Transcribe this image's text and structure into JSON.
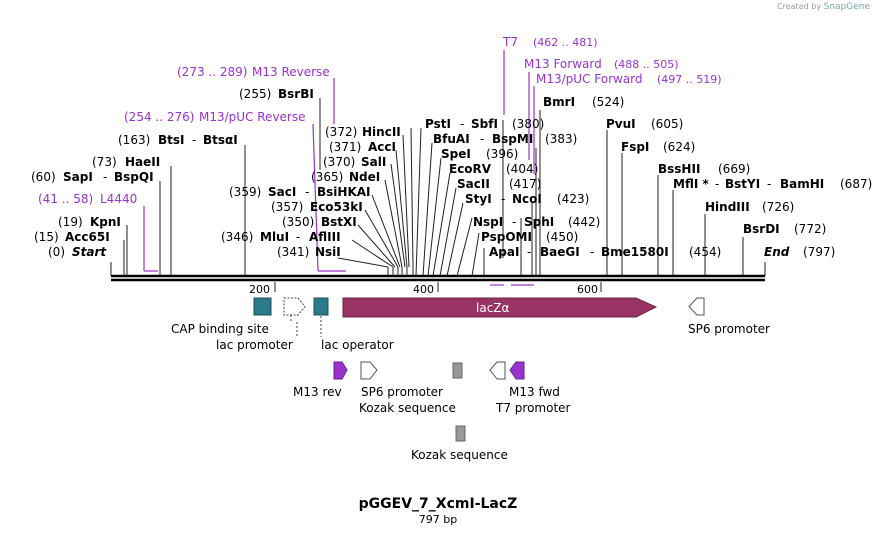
{
  "brand": {
    "created_by": "Created by",
    "app": "SnapGene"
  },
  "plasmid": {
    "name": "pGGEV_7_XcmI-LacZ",
    "length": "797 bp"
  },
  "ruler": {
    "ticks": [
      "200",
      "400",
      "600"
    ]
  },
  "sites": {
    "start": {
      "pos": "(0)",
      "name": "Start"
    },
    "acc65i": {
      "pos": "(15)",
      "name": "Acc65I"
    },
    "kpni": {
      "pos": "(19)",
      "name": "KpnI"
    },
    "l4440": {
      "pos": "(41 .. 58)",
      "name": "L4440"
    },
    "sapi": {
      "pos": "(60)",
      "name": "SapI",
      "name2": "BspQI"
    },
    "haeii": {
      "pos": "(73)",
      "name": "HaeII"
    },
    "btsi": {
      "pos": "(163)",
      "name": "BtsI",
      "name2": "BtsαI"
    },
    "m13pucrev": {
      "pos": "(254 .. 276)",
      "name": "M13/pUC Reverse"
    },
    "bsrbi": {
      "pos": "(255)",
      "name": "BsrBI"
    },
    "m13rev": {
      "pos": "(273 .. 289)",
      "name": "M13 Reverse"
    },
    "nsii": {
      "pos": "(341)",
      "name": "NsiI"
    },
    "mlui": {
      "pos": "(346)",
      "name": "MluI",
      "name2": "AflIII"
    },
    "bstxi": {
      "pos": "(350)",
      "name": "BstXI"
    },
    "eco53ki": {
      "pos": "(357)",
      "name": "Eco53kI"
    },
    "saci": {
      "pos": "(359)",
      "name": "SacI",
      "name2": "BsiHKAI"
    },
    "ndei": {
      "pos": "(365)",
      "name": "NdeI"
    },
    "sali": {
      "pos": "(370)",
      "name": "SalI"
    },
    "acci": {
      "pos": "(371)",
      "name": "AccI"
    },
    "hincii": {
      "pos": "(372)",
      "name": "HincII"
    },
    "psti": {
      "pos": "(380)",
      "name": "PstI",
      "name2": "SbfI"
    },
    "bfuai": {
      "pos": "(383)",
      "name": "BfuAI",
      "name2": "BspMI"
    },
    "spei": {
      "pos": "(396)",
      "name": "SpeI"
    },
    "ecorv": {
      "pos": "(404)",
      "name": "EcoRV"
    },
    "sacii": {
      "pos": "(417)",
      "name": "SacII"
    },
    "styi": {
      "pos": "(423)",
      "name": "StyI",
      "name2": "NcoI"
    },
    "nspi": {
      "pos": "(442)",
      "name": "NspI",
      "name2": "SphI"
    },
    "pspomi": {
      "pos": "(450)",
      "name": "PspOMI"
    },
    "apai": {
      "pos": "(454)",
      "name": "ApaI",
      "name2": "BaeGI",
      "name3": "Bme1580I"
    },
    "t7": {
      "pos": "(462 .. 481)",
      "name": "T7"
    },
    "m13fwd": {
      "pos": "(488 .. 505)",
      "name": "M13 Forward"
    },
    "m13pucfwd": {
      "pos": "(497 .. 519)",
      "name": "M13/pUC Forward"
    },
    "bmri": {
      "pos": "(524)",
      "name": "BmrI"
    },
    "pvui": {
      "pos": "(605)",
      "name": "PvuI"
    },
    "fspi": {
      "pos": "(624)",
      "name": "FspI"
    },
    "msshii": {
      "pos": "(669)",
      "name": "BssHII"
    },
    "mfli": {
      "pos": "(687)",
      "name": "MflI *",
      "name2": "BstYI",
      "name3": "BamHI"
    },
    "hindiii": {
      "pos": "(726)",
      "name": "HindIII"
    },
    "bsrdi": {
      "pos": "(772)",
      "name": "BsrDI"
    },
    "end": {
      "pos": "(797)",
      "name": "End"
    }
  },
  "features": {
    "cap": "CAP binding site",
    "lac_promoter": "lac promoter",
    "lac_operator": "lac operator",
    "lacz": "lacZα",
    "sp6_right": "SP6 promoter",
    "m13_rev": "M13 rev",
    "sp6": "SP6 promoter",
    "kozak1": "Kozak sequence",
    "m13_fwd": "M13 fwd",
    "t7_promoter": "T7 promoter",
    "kozak2": "Kozak sequence"
  },
  "colors": {
    "primer": "#9933cc",
    "lacz": "#993366",
    "teal": "#2b7a8c",
    "gray": "#999999"
  }
}
